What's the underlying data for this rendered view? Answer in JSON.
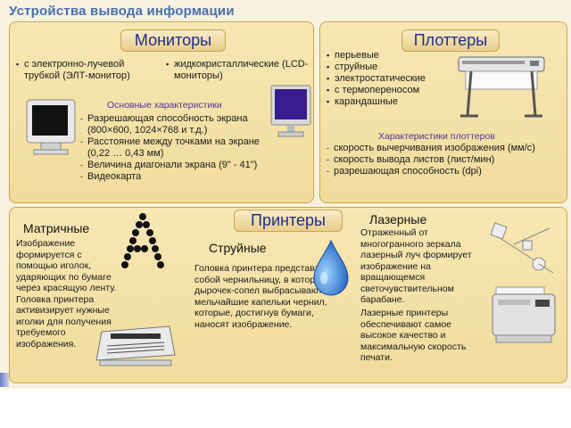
{
  "title": "Устройства вывода информации",
  "monitors": {
    "heading": "Мониторы",
    "type_crt": "с электронно-лучевой трубкой (ЭЛТ-монитор)",
    "type_lcd": "жидкокристаллические (LCD-мониторы)",
    "chars_title": "Основные характеристики",
    "chars": [
      "Разрешающая способность экрана (800×600, 1024×768 и т.д.)",
      "Расстояние между точками на экране (0,22 … 0,43 мм)",
      "Величина диагонали экрана (9\" - 41\")",
      "Видеокарта"
    ]
  },
  "plotters": {
    "heading": "Плоттеры",
    "types": [
      "перьевые",
      "струйные",
      "электростатические",
      "с термопереносом",
      "карандашные"
    ],
    "chars_title": "Характеристики плоттеров",
    "chars": [
      "скорость вычерчивания изображения (мм/с)",
      "скорость вывода листов (лист/мин)",
      "разрешающая способность (dpi)"
    ]
  },
  "printers": {
    "heading": "Принтеры",
    "matrix": {
      "title": "Матричные",
      "text": "Изображение формируется с помощью иголок, ударяющих по бумаге через красящую ленту. Головка принтера активизирует нужные иголки для получения требуемого изображения."
    },
    "inkjet": {
      "title": "Струйные",
      "text": "Головка принтера представляет собой чернильницу, в которой из дырочек-сопел выбрасываются мельчайшие капельки чернил, которые, достигнув бумаги, наносят изображение."
    },
    "laser": {
      "title": "Лазерные",
      "text1": "Отраженный от многогранного зеркала лазерный луч формирует изображение на вращающемся светочувствительном барабане.",
      "text2": "Лазерные принтеры обеспечивают самое высокое качество и максимальную скорость печати."
    }
  },
  "colors": {
    "heading_text": "#1d2f8a",
    "panel_fill": "#f1dc9c",
    "subtitle": "#5a2da0",
    "page_title": "#4a6fb0"
  }
}
